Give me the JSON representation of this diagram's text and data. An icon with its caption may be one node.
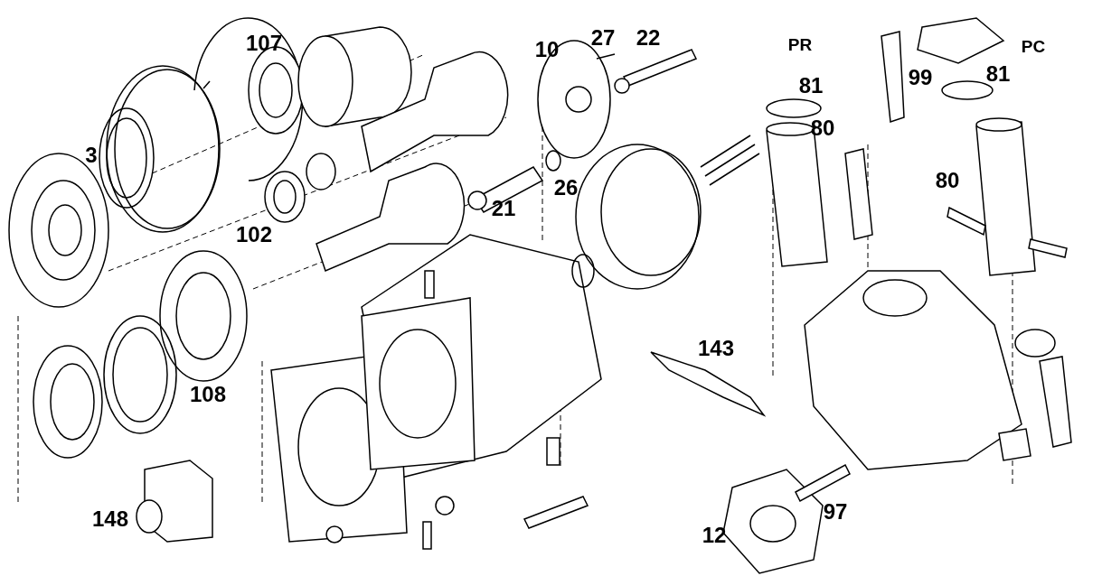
{
  "diagram": {
    "labels": [
      "107",
      "10",
      "27",
      "22",
      "PR",
      "81",
      "99",
      "81",
      "PC",
      "80",
      "3",
      "80",
      "102",
      "21",
      "26",
      "143",
      "108",
      "148",
      "97",
      "12"
    ]
  }
}
